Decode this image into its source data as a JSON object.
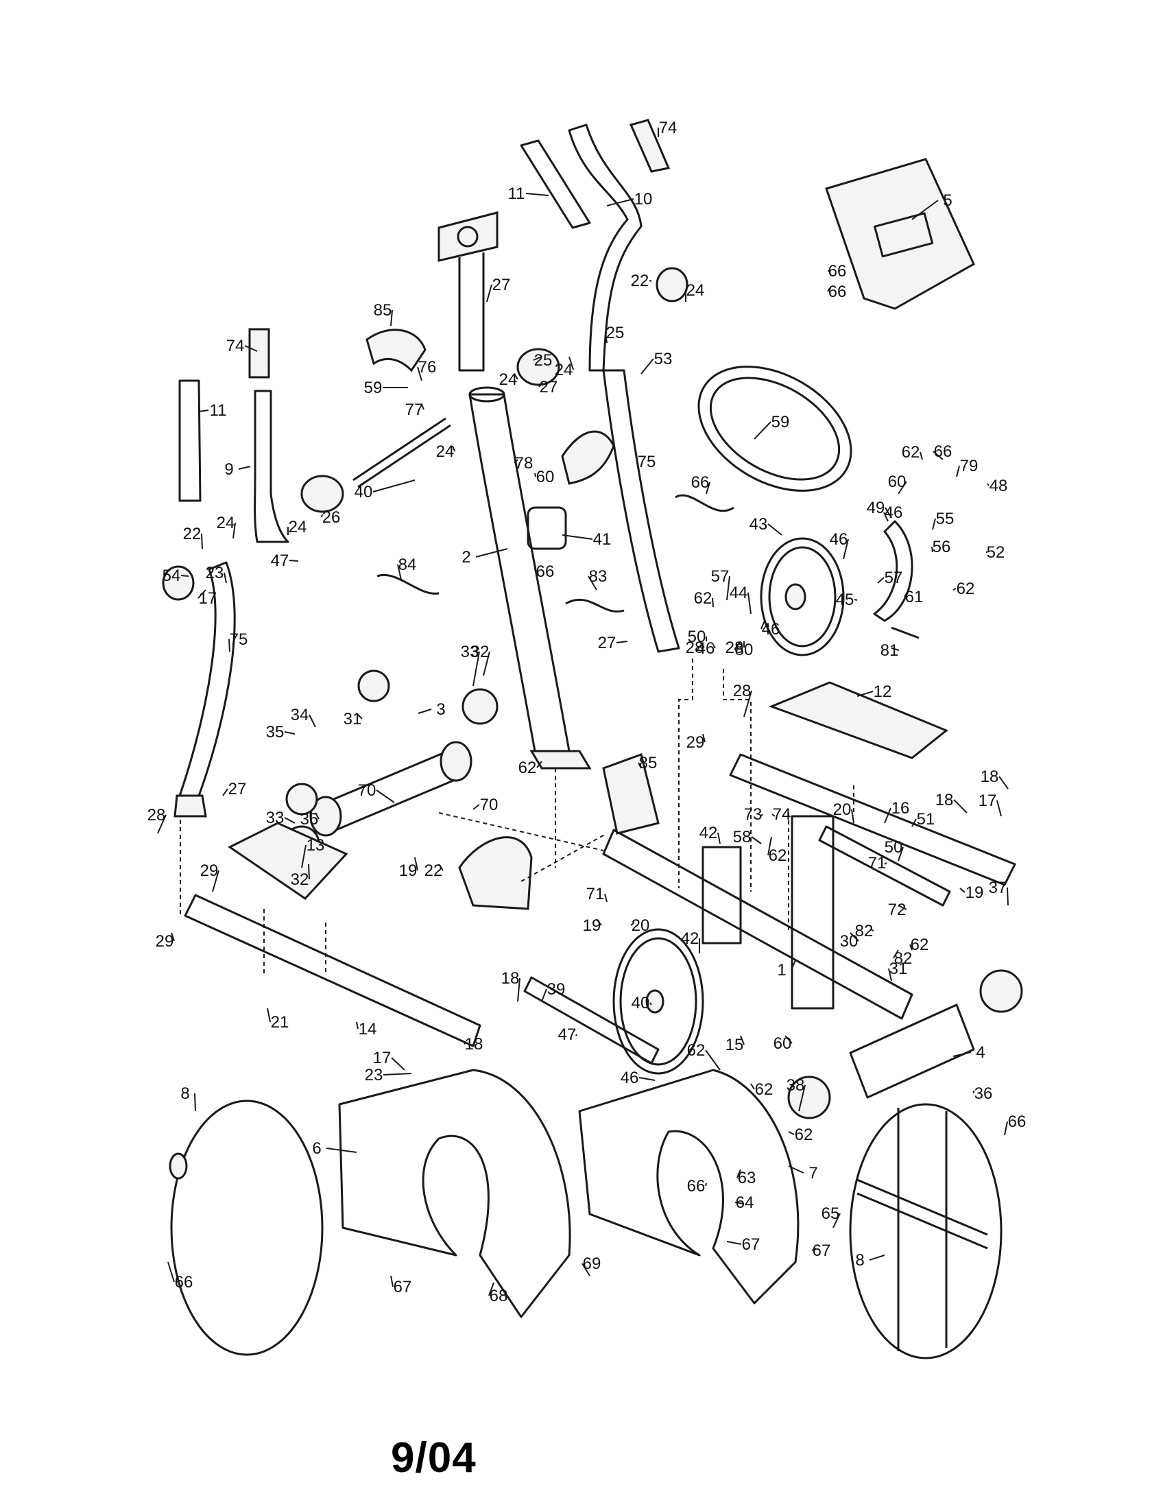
{
  "footer": {
    "date": "9/04"
  },
  "callouts": [
    "1",
    "2",
    "3",
    "4",
    "5",
    "6",
    "7",
    "8",
    "8",
    "9",
    "10",
    "11",
    "11",
    "12",
    "13",
    "14",
    "15",
    "16",
    "17",
    "17",
    "17",
    "18",
    "18",
    "18",
    "18",
    "19",
    "19",
    "19",
    "20",
    "20",
    "21",
    "22",
    "22",
    "22",
    "23",
    "23",
    "24",
    "24",
    "24",
    "24",
    "24",
    "24",
    "25",
    "25",
    "26",
    "27",
    "27",
    "27",
    "27",
    "28",
    "28",
    "28",
    "28",
    "29",
    "29",
    "29",
    "30",
    "31",
    "31",
    "32",
    "32",
    "33",
    "33",
    "34",
    "35",
    "35",
    "36",
    "37",
    "38",
    "39",
    "40",
    "40",
    "41",
    "42",
    "42",
    "43",
    "44",
    "45",
    "46",
    "46",
    "46",
    "46",
    "46",
    "47",
    "47",
    "48",
    "49",
    "50",
    "50",
    "51",
    "52",
    "53",
    "54",
    "55",
    "56",
    "57",
    "57",
    "58",
    "59",
    "59",
    "60",
    "60",
    "60",
    "61",
    "62",
    "62",
    "62",
    "62",
    "62",
    "62",
    "62",
    "62",
    "62",
    "63",
    "64",
    "65",
    "66",
    "66",
    "66",
    "66",
    "66",
    "66",
    "66",
    "66",
    "67",
    "67",
    "67",
    "68",
    "69",
    "70",
    "70",
    "71",
    "71",
    "72",
    "73",
    "74",
    "74",
    "74",
    "75",
    "75",
    "76",
    "77",
    "78",
    "79",
    "80",
    "81",
    "82",
    "82",
    "83",
    "84",
    "85",
    "85"
  ]
}
